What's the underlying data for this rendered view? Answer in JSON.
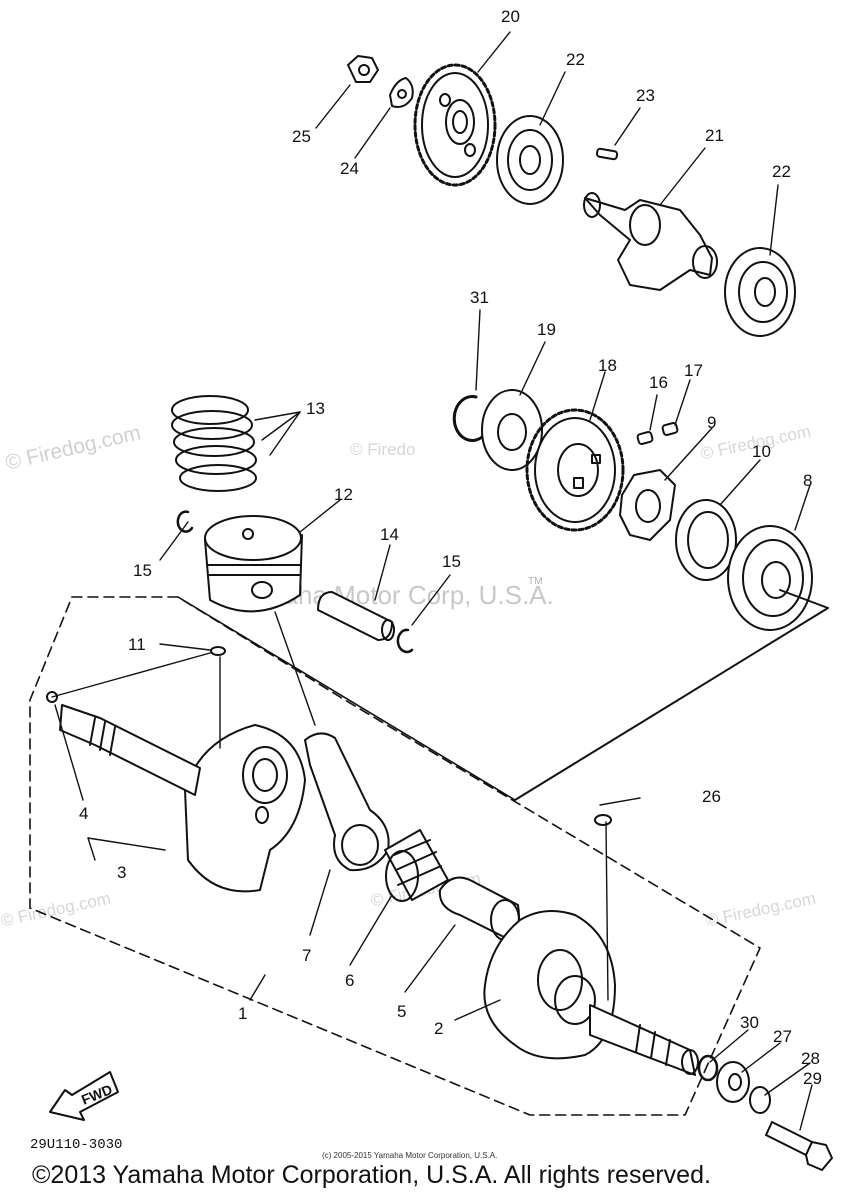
{
  "watermark": {
    "site": "© Firedog.com",
    "site_short": "© Firedo",
    "corp": "Yamaha Motor Corp, U.S.A.",
    "tm": "TM"
  },
  "callouts": {
    "c1": "1",
    "c2": "2",
    "c3": "3",
    "c4": "4",
    "c5": "5",
    "c6": "6",
    "c7": "7",
    "c8": "8",
    "c9": "9",
    "c10": "10",
    "c11": "11",
    "c12": "12",
    "c13": "13",
    "c14": "14",
    "c15a": "15",
    "c15b": "15",
    "c16": "16",
    "c17": "17",
    "c18": "18",
    "c19": "19",
    "c20": "20",
    "c21": "21",
    "c22a": "22",
    "c22b": "22",
    "c23": "23",
    "c24": "24",
    "c25": "25",
    "c26": "26",
    "c27": "27",
    "c28": "28",
    "c29": "29",
    "c30": "30",
    "c31": "31"
  },
  "fwd_label": "FWD",
  "drawing_code": "29U110-3030",
  "small_copyright": "(c) 2005-2015 Yamaha Motor Corporation, U.S.A.",
  "copyright": "©2013 Yamaha Motor Corporation, U.S.A. All rights reserved."
}
